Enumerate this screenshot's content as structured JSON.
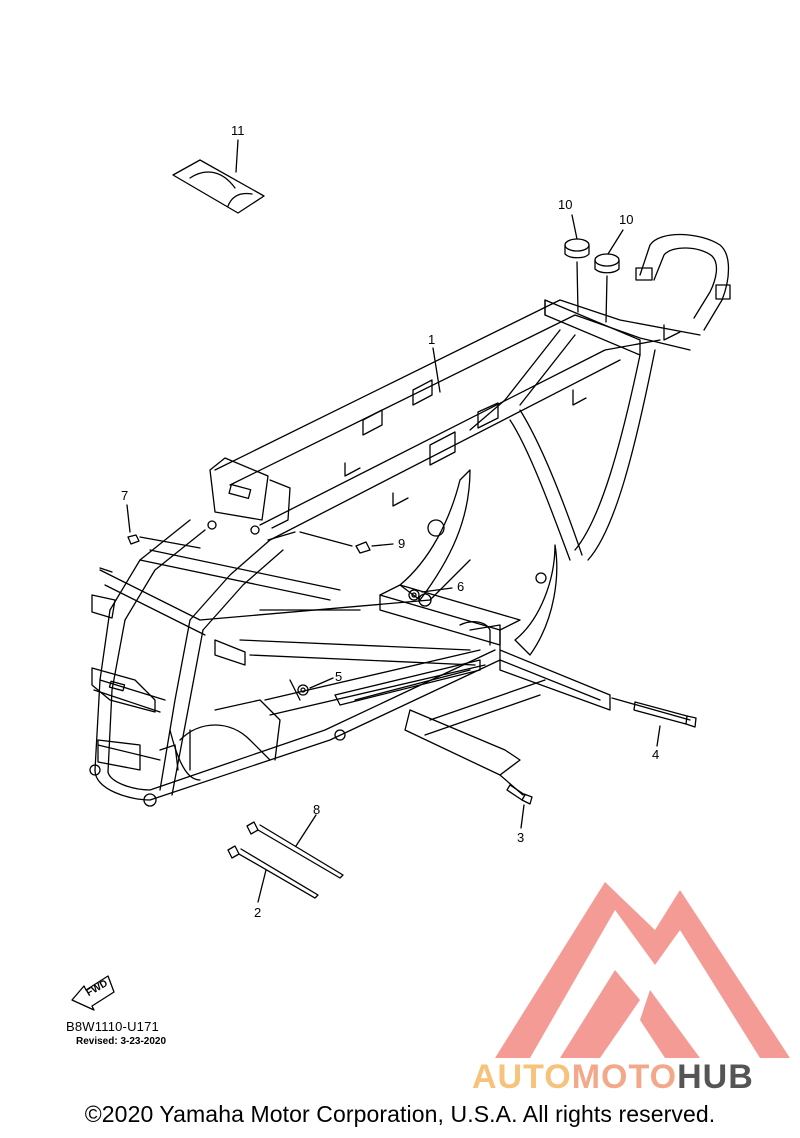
{
  "callouts": [
    "1",
    "2",
    "3",
    "4",
    "5",
    "6",
    "7",
    "8",
    "9",
    "10",
    "10",
    "11"
  ],
  "diagram_code": "B8W1110-U171",
  "revised": "Revised: 3-23-2020",
  "fwd_label": "FWD",
  "copyright": "©2020 Yamaha Motor Corporation, U.S.A. All rights reserved.",
  "watermark": {
    "part1": "AUTO",
    "part2": "MOTO",
    "part3": "HUB"
  },
  "colors": {
    "line": "#000000",
    "watermark_red": "#f28a84",
    "watermark_orange": "#f7c27a",
    "watermark_grey": "#555555"
  }
}
